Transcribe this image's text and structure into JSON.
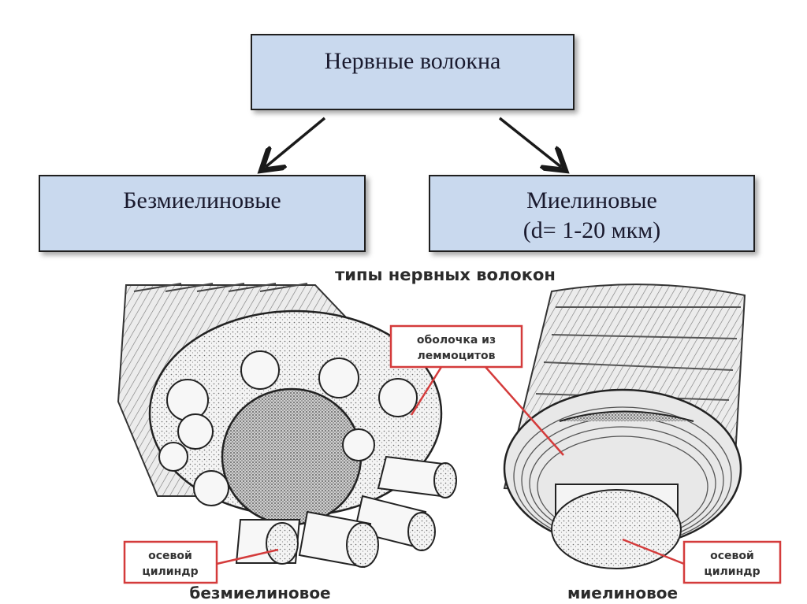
{
  "title_box": {
    "text": "Нервные волокна"
  },
  "left_box": {
    "text": "Безмиелиновые"
  },
  "right_box": {
    "line1": "Миелиновые",
    "line2": "(d= 1-20 мкм)"
  },
  "figure": {
    "heading": "типы нервных волокон",
    "callout_sheath_line1": "оболочка из",
    "callout_sheath_line2": "леммоцитов",
    "callout_axis_left_line1": "осевой",
    "callout_axis_left_line2": "цилиндр",
    "callout_axis_right_line1": "осевой",
    "callout_axis_right_line2": "цилиндр",
    "caption_left": "безмиелиновое",
    "caption_right": "миелиновое"
  },
  "colors": {
    "box_fill": "#c9d9ee",
    "callout_border": "#d43b3b",
    "arrow": "#1a1a1a"
  }
}
